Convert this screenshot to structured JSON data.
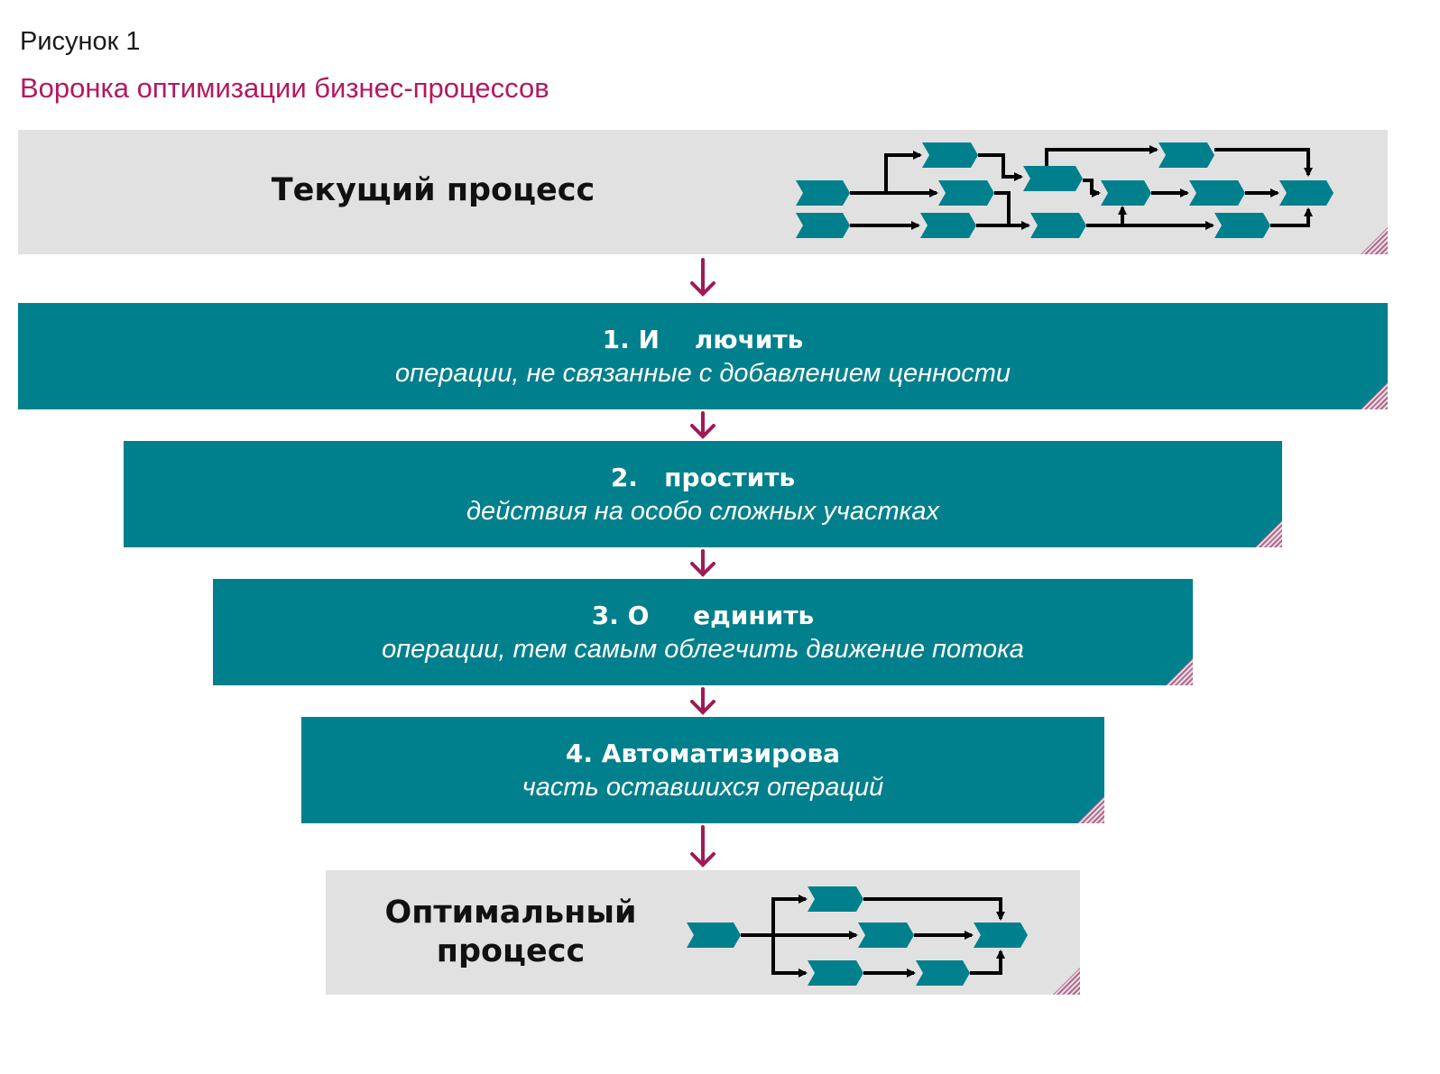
{
  "figure": {
    "label": "Рисунок 1",
    "title": "Воронка оптимизации бизнес-процессов"
  },
  "current": {
    "title": "Текущий процесс"
  },
  "steps": [
    {
      "title": "1. И    лючить",
      "subtitle": "операции, не связанные с добавлением ценности"
    },
    {
      "title": "2.   простить",
      "subtitle": "действия на особо сложных участках"
    },
    {
      "title": "3. О     единить",
      "subtitle": "операции, тем самым облегчить движение потока"
    },
    {
      "title": "4. Автоматизирова",
      "subtitle": "часть оставшихся операций"
    }
  ],
  "optimal": {
    "title_line1": "Оптимальный",
    "title_line2": "процесс"
  },
  "colors": {
    "accent": "#b3195e",
    "teal": "#00808c",
    "gray_box": "#e1e1e1",
    "arrow": "#a01a55"
  }
}
